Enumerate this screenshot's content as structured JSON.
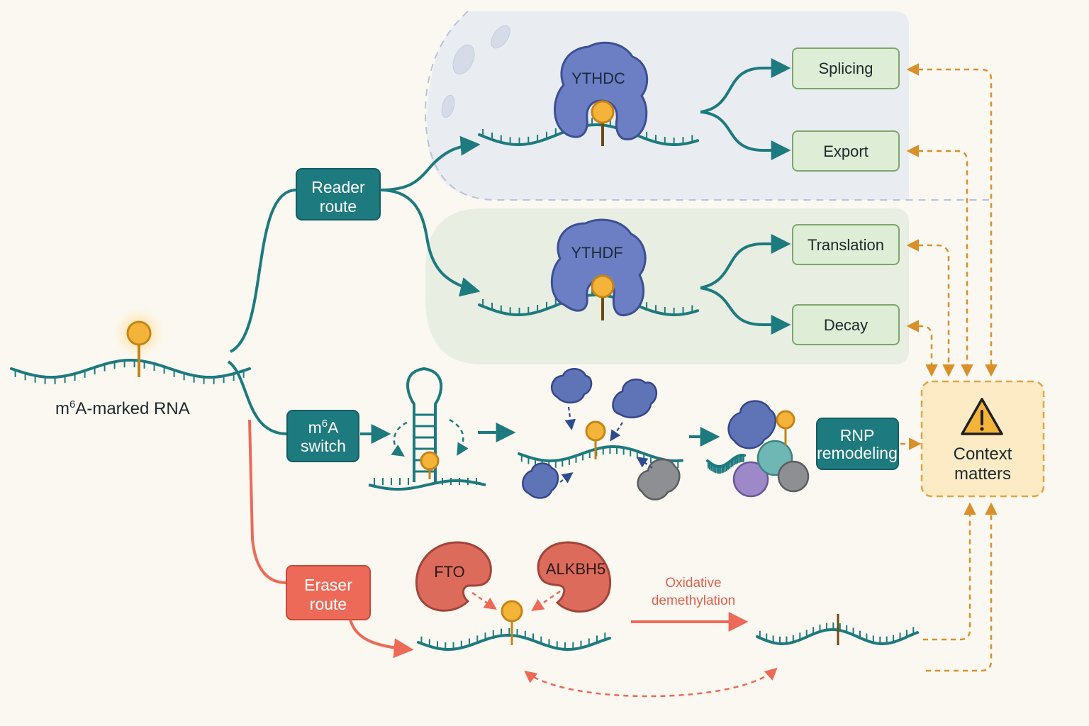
{
  "rna_label": {
    "main": "m",
    "sup": "6",
    "rest": "A-marked RNA"
  },
  "routes": {
    "reader": {
      "line1": "Reader",
      "line2": "route"
    },
    "switch": {
      "line1_main": "m",
      "line1_sup": "6",
      "line1_rest": "A",
      "line2": "switch"
    },
    "eraser": {
      "line1": "Eraser",
      "line2": "route"
    }
  },
  "readers": {
    "nuclear": "YTHDC",
    "cytoplasmic": "YTHDF"
  },
  "outcomes": {
    "splicing": "Splicing",
    "export": "Export",
    "translation": "Translation",
    "decay": "Decay"
  },
  "rnp": {
    "line1": "RNP",
    "line2": "remodeling"
  },
  "context": {
    "line1": "Context",
    "line2": "matters",
    "icon": "warning-icon"
  },
  "erasers": {
    "fto": "FTO",
    "alkbh5": "ALKBH5"
  },
  "reaction": {
    "line1": "Oxidative",
    "line2": "demethylation"
  },
  "colors": {
    "teal": "#1d7a7e",
    "teal_dark": "#166a6e",
    "coral": "#ec6a57",
    "orange_dashed": "#d9902a",
    "protein_blue": "#6c7fc4",
    "outcome_fill": "#deedd6",
    "context_fill": "#fdebc6"
  }
}
